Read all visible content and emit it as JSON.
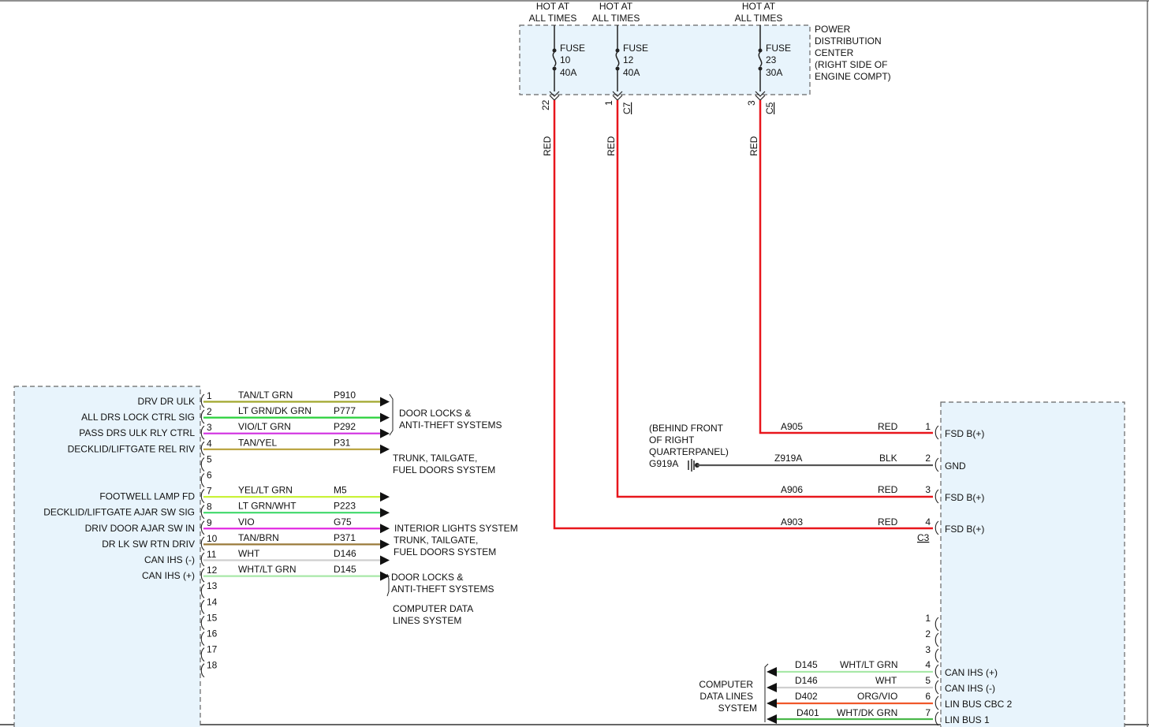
{
  "pdc": {
    "label_lines": [
      "POWER",
      "DISTRIBUTION",
      "CENTER",
      "(RIGHT SIDE OF",
      "ENGINE COMPT)"
    ],
    "fuses": [
      {
        "hot_lines": [
          "HOT AT",
          "ALL TIMES"
        ],
        "fuse_lines": [
          "FUSE",
          "10",
          "40A"
        ],
        "pin": "22",
        "connector": "",
        "wire_color": "RED"
      },
      {
        "hot_lines": [
          "HOT AT",
          "ALL TIMES"
        ],
        "fuse_lines": [
          "FUSE",
          "12",
          "40A"
        ],
        "pin": "1",
        "connector": "C7",
        "wire_color": "RED"
      },
      {
        "hot_lines": [
          "HOT AT",
          "ALL TIMES"
        ],
        "fuse_lines": [
          "FUSE",
          "23",
          "30A"
        ],
        "pin": "3",
        "connector": "C5",
        "wire_color": "RED"
      }
    ]
  },
  "ground": {
    "location_lines": [
      "(BEHIND FRONT",
      "OF RIGHT",
      "QUARTERPANEL)"
    ],
    "id": "G919A"
  },
  "left_module": {
    "pins": [
      {
        "pin": "1",
        "signal": "DRV DR ULK",
        "wire": "TAN/LT GRN",
        "circuit": "P910",
        "color": "#a1a62c"
      },
      {
        "pin": "2",
        "signal": "ALL DRS LOCK CTRL SIG",
        "wire": "LT GRN/DK GRN",
        "circuit": "P777",
        "color": "#29d13a"
      },
      {
        "pin": "3",
        "signal": "PASS DRS ULK RLY CTRL",
        "wire": "VIO/LT GRN",
        "circuit": "P292",
        "color": "#d12fe0"
      },
      {
        "pin": "4",
        "signal": "DECKLID/LIFTGATE REL RIV",
        "wire": "TAN/YEL",
        "circuit": "P31",
        "color": "#b7a03a"
      },
      {
        "pin": "5",
        "signal": "",
        "wire": "",
        "circuit": "",
        "color": ""
      },
      {
        "pin": "6",
        "signal": "",
        "wire": "",
        "circuit": "",
        "color": ""
      },
      {
        "pin": "7",
        "signal": "FOOTWELL LAMP FD",
        "wire": "YEL/LT GRN",
        "circuit": "M5",
        "color": "#c9f23a"
      },
      {
        "pin": "8",
        "signal": "DECKLID/LIFTGATE AJAR SW SIG",
        "wire": "LT GRN/WHT",
        "circuit": "P223",
        "color": "#3fd86a"
      },
      {
        "pin": "9",
        "signal": "DRIV DOOR AJAR SW IN",
        "wire": "VIO",
        "circuit": "G75",
        "color": "#e020e0"
      },
      {
        "pin": "10",
        "signal": "DR LK SW RTN DRIV",
        "wire": "TAN/BRN",
        "circuit": "P371",
        "color": "#9a7a3a"
      },
      {
        "pin": "11",
        "signal": "CAN IHS (-)",
        "wire": "WHT",
        "circuit": "D146",
        "color": "#cfcfcf"
      },
      {
        "pin": "12",
        "signal": "CAN IHS (+)",
        "wire": "WHT/LT GRN",
        "circuit": "D145",
        "color": "#a8e8a8"
      },
      {
        "pin": "13",
        "signal": "",
        "wire": "",
        "circuit": "",
        "color": ""
      },
      {
        "pin": "14",
        "signal": "",
        "wire": "",
        "circuit": "",
        "color": ""
      },
      {
        "pin": "15",
        "signal": "",
        "wire": "",
        "circuit": "",
        "color": ""
      },
      {
        "pin": "16",
        "signal": "",
        "wire": "",
        "circuit": "",
        "color": ""
      },
      {
        "pin": "17",
        "signal": "",
        "wire": "",
        "circuit": "",
        "color": ""
      },
      {
        "pin": "18",
        "signal": "",
        "wire": "",
        "circuit": "",
        "color": ""
      }
    ],
    "destinations": [
      {
        "lines": [
          "DOOR LOCKS &",
          "ANTI-THEFT SYSTEMS"
        ]
      },
      {
        "lines": [
          "TRUNK, TAILGATE,",
          "FUEL DOORS SYSTEM"
        ]
      },
      {
        "lines": [
          "INTERIOR LIGHTS SYSTEM"
        ]
      },
      {
        "lines": [
          "TRUNK, TAILGATE,",
          "FUEL DOORS SYSTEM"
        ]
      },
      {
        "lines": [
          "DOOR LOCKS &",
          "ANTI-THEFT SYSTEMS"
        ]
      },
      {
        "lines": [
          "COMPUTER DATA",
          "LINES SYSTEM"
        ]
      }
    ]
  },
  "right_module": {
    "connector_c3": "C3",
    "c3_pins": [
      {
        "pin": "1",
        "circuit": "A905",
        "wire": "RED",
        "signal": "FSD B(+)"
      },
      {
        "pin": "2",
        "circuit": "Z919A",
        "wire": "BLK",
        "signal": "GND"
      },
      {
        "pin": "3",
        "circuit": "A906",
        "wire": "RED",
        "signal": "FSD B(+)"
      },
      {
        "pin": "4",
        "circuit": "A903",
        "wire": "RED",
        "signal": "FSD B(+)"
      }
    ],
    "lower_pins": [
      {
        "pin": "1",
        "circuit": "",
        "wire": "",
        "signal": "",
        "color": ""
      },
      {
        "pin": "2",
        "circuit": "",
        "wire": "",
        "signal": "",
        "color": ""
      },
      {
        "pin": "3",
        "circuit": "",
        "wire": "",
        "signal": "",
        "color": ""
      },
      {
        "pin": "4",
        "circuit": "D145",
        "wire": "WHT/LT GRN",
        "signal": "CAN IHS (+)",
        "color": "#a8e8a8"
      },
      {
        "pin": "5",
        "circuit": "D146",
        "wire": "WHT",
        "signal": "CAN IHS (-)",
        "color": "#cfcfcf"
      },
      {
        "pin": "6",
        "circuit": "D402",
        "wire": "ORG/VIO",
        "signal": "LIN BUS CBC 2",
        "color": "#f0582a"
      },
      {
        "pin": "7",
        "circuit": "D401",
        "wire": "WHT/DK GRN",
        "signal": "LIN BUS 1",
        "color": "#4bb84b"
      }
    ],
    "data_lines_label": [
      "COMPUTER",
      "DATA LINES",
      "SYSTEM"
    ]
  },
  "colors": {
    "power_wire": "#e8161c",
    "ground_wire": "#555555",
    "module_fill": "#e8f4fc",
    "module_border": "#666666"
  }
}
